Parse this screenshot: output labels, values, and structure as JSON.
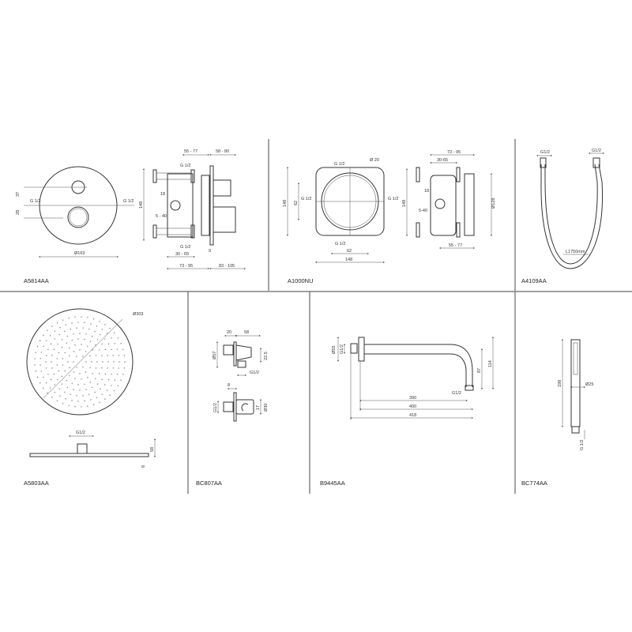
{
  "panels": {
    "a5814aa": {
      "code": "A5814AA",
      "labels": [
        "37",
        "28",
        "G 1/2",
        "G 1/2",
        "Ø163",
        "55 - 77",
        "58 - 80",
        "G 1/2",
        "18",
        "148",
        "5 - 40",
        "G 1/2",
        "30 - 65",
        "9",
        "73 - 95",
        "83 - 105"
      ]
    },
    "a1000nu": {
      "code": "A1000NU",
      "labels": [
        "G 1/2",
        "Ø 20",
        "148",
        "62",
        "G 1/2",
        "G 1/2",
        "G 1/2",
        "62",
        "148",
        "73 - 95",
        "30-65",
        "18",
        "148",
        "5-40",
        "Ø128",
        "55 - 77"
      ]
    },
    "a4109aa": {
      "code": "A4109AA",
      "labels": [
        "G1/2",
        "G1/2",
        "L1750mm"
      ]
    },
    "a5803aa": {
      "code": "A5803AA",
      "labels": [
        "Ø303",
        "G1/2",
        "58",
        "8"
      ]
    },
    "bc807aa": {
      "code": "BC807AA",
      "labels": [
        "20",
        "58",
        "Ø57",
        "22.5",
        "G1/2",
        "8",
        "G1/2",
        "17",
        "Ø30"
      ]
    },
    "b9445aa": {
      "code": "B9445AA",
      "labels": [
        "Ø55",
        "G1/2",
        "87",
        "114",
        "G1/2",
        "390",
        "400",
        "418"
      ]
    },
    "bc774aa": {
      "code": "BC774AA",
      "labels": [
        "198",
        "Ø25",
        "G 1/2"
      ]
    }
  }
}
